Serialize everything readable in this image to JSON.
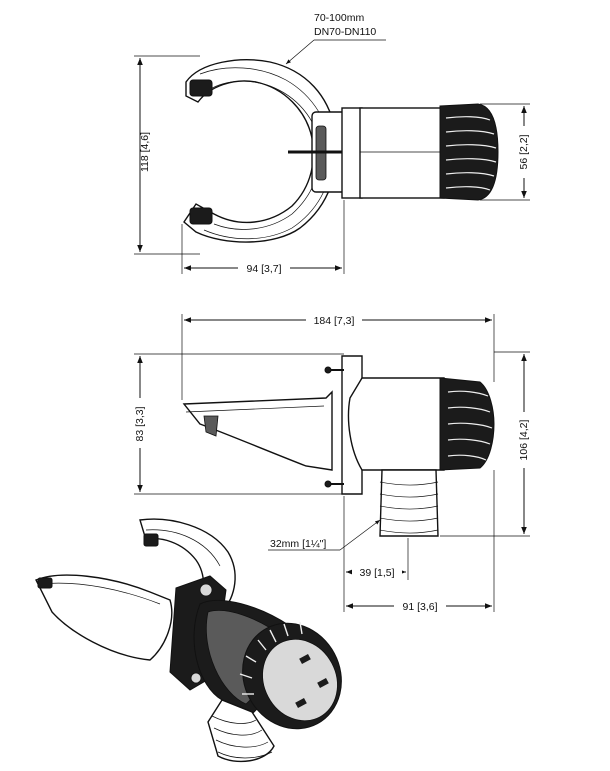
{
  "drawing": {
    "top_view": {
      "range_label": "70-100mm",
      "dn_label": "DN70-DN110",
      "height_label": "118 [4,6]",
      "width_label": "94 [3,7]",
      "cap_label": "56 [2,2]"
    },
    "side_view": {
      "length_label": "184 [7,3]",
      "flange_label": "83 [3,3]",
      "total_height_label": "106 [4,2]",
      "hose_label": "32mm [1¼\"]",
      "outlet_offset_label": "39 [1,5]",
      "outlet_length_label": "91 [3,6]"
    }
  }
}
